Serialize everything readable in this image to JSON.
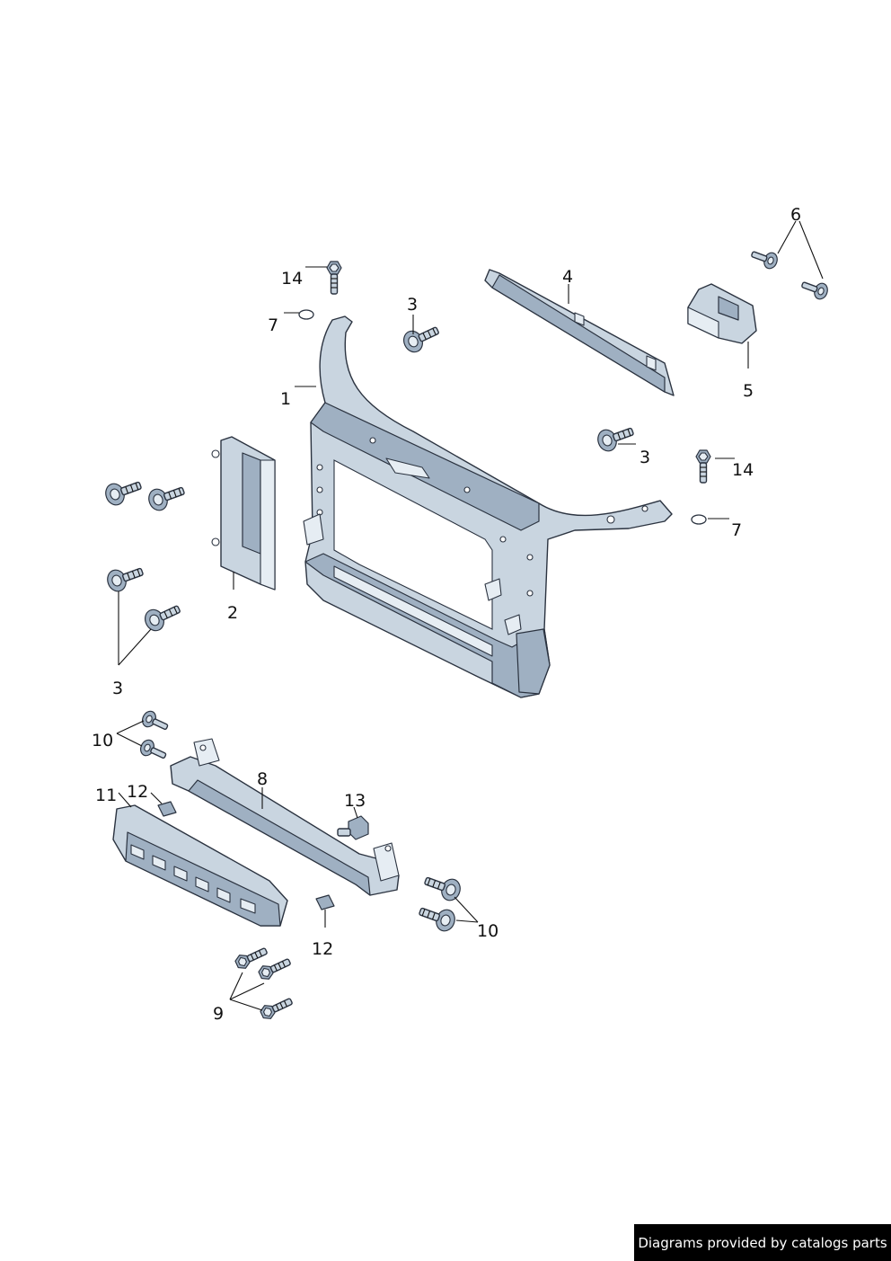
{
  "callouts": {
    "c1": "1",
    "c2": "2",
    "c3a": "3",
    "c3b": "3",
    "c3c": "3",
    "c4": "4",
    "c5": "5",
    "c6": "6",
    "c7a": "7",
    "c7b": "7",
    "c8": "8",
    "c9": "9",
    "c10a": "10",
    "c10b": "10",
    "c11": "11",
    "c12a": "12",
    "c12b": "12",
    "c13": "13",
    "c14a": "14",
    "c14b": "14"
  },
  "footer": {
    "credit": "Diagrams provided by catalogs parts"
  }
}
